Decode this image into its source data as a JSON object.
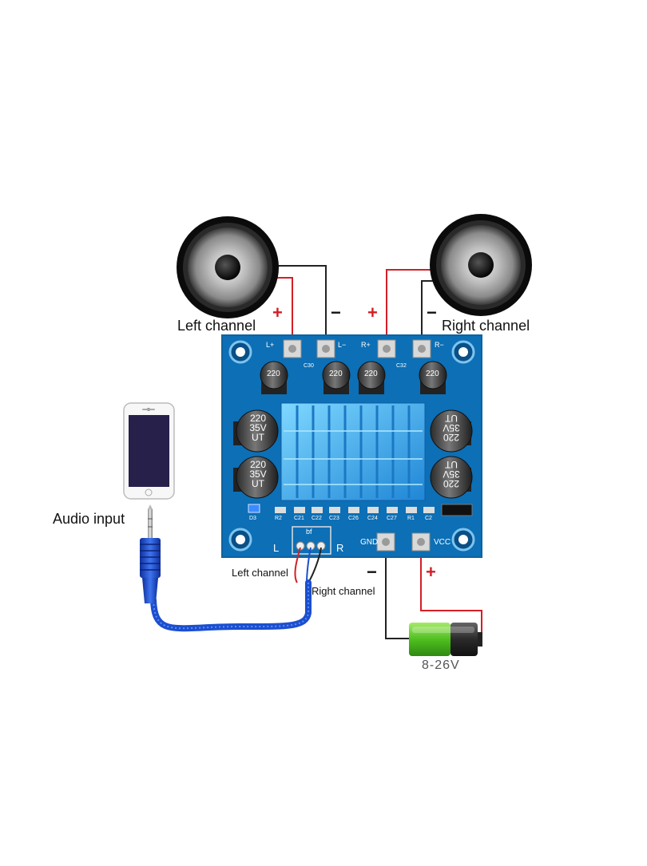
{
  "labels": {
    "left_channel": "Left channel",
    "right_channel": "Right channel",
    "audio_input": "Audio input",
    "cable_left_channel": "Left channel",
    "cable_right_channel": "Right channel",
    "voltage": "8-26V",
    "plus": "+",
    "minus": "−"
  },
  "board": {
    "terminal_lplus": "L+",
    "terminal_lminus": "L−",
    "terminal_rplus": "R+",
    "terminal_rminus": "R−",
    "gnd": "GND",
    "vcc": "VCC",
    "l": "L",
    "r": "R",
    "bf": "bf",
    "cap_small": "220",
    "cap_big_1": "220",
    "cap_big_2": "35V",
    "cap_big_3": "UT",
    "codes": [
      "R2",
      "C21",
      "C22",
      "C23",
      "C26",
      "C24",
      "C27",
      "R1",
      "C2"
    ],
    "d3": "D3",
    "c30": "C30",
    "c32": "C32"
  },
  "colors": {
    "wire_red": "#d31f26",
    "wire_black": "#222222",
    "pcb": "#0d6fb5",
    "pcb_dark": "#0a4f86",
    "heatsink": "#3fb6f0",
    "cable_blue": "#1b4fcf",
    "battery_green": "#57c22b"
  }
}
